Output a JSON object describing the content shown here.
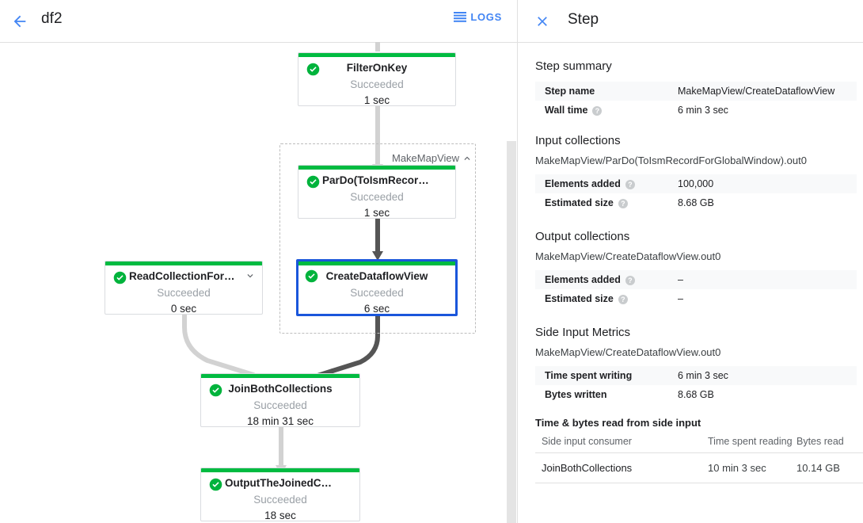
{
  "header": {
    "back_icon": "arrow-left-icon",
    "job_name": "df2",
    "logs_icon": "list-icon",
    "logs_label": "LOGS"
  },
  "graph": {
    "group": {
      "label": "MakeMapView",
      "chevron_icon": "chevron-up-icon"
    },
    "nodes": [
      {
        "id": "filter-on-key",
        "name": "FilterOnKey",
        "status": "Succeeded",
        "time": "1 sec",
        "status_icon": "check-circle-icon",
        "selected": false,
        "chevron": null
      },
      {
        "id": "pardo-toismrecordfor",
        "name": "ParDo(ToIsmRecordFor…",
        "status": "Succeeded",
        "time": "1 sec",
        "status_icon": "check-circle-icon",
        "selected": false,
        "chevron": null
      },
      {
        "id": "create-dataflow-view",
        "name": "CreateDataflowView",
        "status": "Succeeded",
        "time": "6 sec",
        "status_icon": "check-circle-icon",
        "selected": true,
        "chevron": null
      },
      {
        "id": "read-collection-for-join",
        "name": "ReadCollectionForJoin",
        "status": "Succeeded",
        "time": "0 sec",
        "status_icon": "check-circle-icon",
        "selected": false,
        "chevron": "chevron-down-icon"
      },
      {
        "id": "join-both-collections",
        "name": "JoinBothCollections",
        "status": "Succeeded",
        "time": "18 min 31 sec",
        "status_icon": "check-circle-icon",
        "selected": false,
        "chevron": null
      },
      {
        "id": "output-the-joined-collec",
        "name": "OutputTheJoinedCollec…",
        "status": "Succeeded",
        "time": "18 sec",
        "status_icon": "check-circle-icon",
        "selected": false,
        "chevron": null
      }
    ],
    "colors": {
      "success_bar": "#00bb41",
      "selected_border": "#1a56db",
      "edge_light": "#d2d2d2",
      "edge_dark": "#555555"
    }
  },
  "details": {
    "close_icon": "close-icon",
    "title": "Step",
    "step_summary": {
      "heading": "Step summary",
      "rows": [
        {
          "key": "Step name",
          "value": "MakeMapView/CreateDataflowView",
          "help": false
        },
        {
          "key": "Wall time",
          "value": "6 min 3 sec",
          "help": true
        }
      ]
    },
    "input_collections": {
      "heading": "Input collections",
      "collection": "MakeMapView/ParDo(ToIsmRecordForGlobalWindow).out0",
      "rows": [
        {
          "key": "Elements added",
          "value": "100,000",
          "help": true
        },
        {
          "key": "Estimated size",
          "value": "8.68 GB",
          "help": true
        }
      ]
    },
    "output_collections": {
      "heading": "Output collections",
      "collection": "MakeMapView/CreateDataflowView.out0",
      "rows": [
        {
          "key": "Elements added",
          "value": "–",
          "help": true
        },
        {
          "key": "Estimated size",
          "value": "–",
          "help": true
        }
      ]
    },
    "side_input_metrics": {
      "heading": "Side Input Metrics",
      "collection": "MakeMapView/CreateDataflowView.out0",
      "rows": [
        {
          "key": "Time spent writing",
          "value": "6 min 3 sec",
          "help": false
        },
        {
          "key": "Bytes written",
          "value": "8.68 GB",
          "help": false
        }
      ]
    },
    "side_input_table": {
      "heading": "Time & bytes read from side input",
      "columns": [
        "Side input consumer",
        "Time spent reading",
        "Bytes read"
      ],
      "rows": [
        [
          "JoinBothCollections",
          "10 min 3 sec",
          "10.14 GB"
        ]
      ]
    }
  }
}
